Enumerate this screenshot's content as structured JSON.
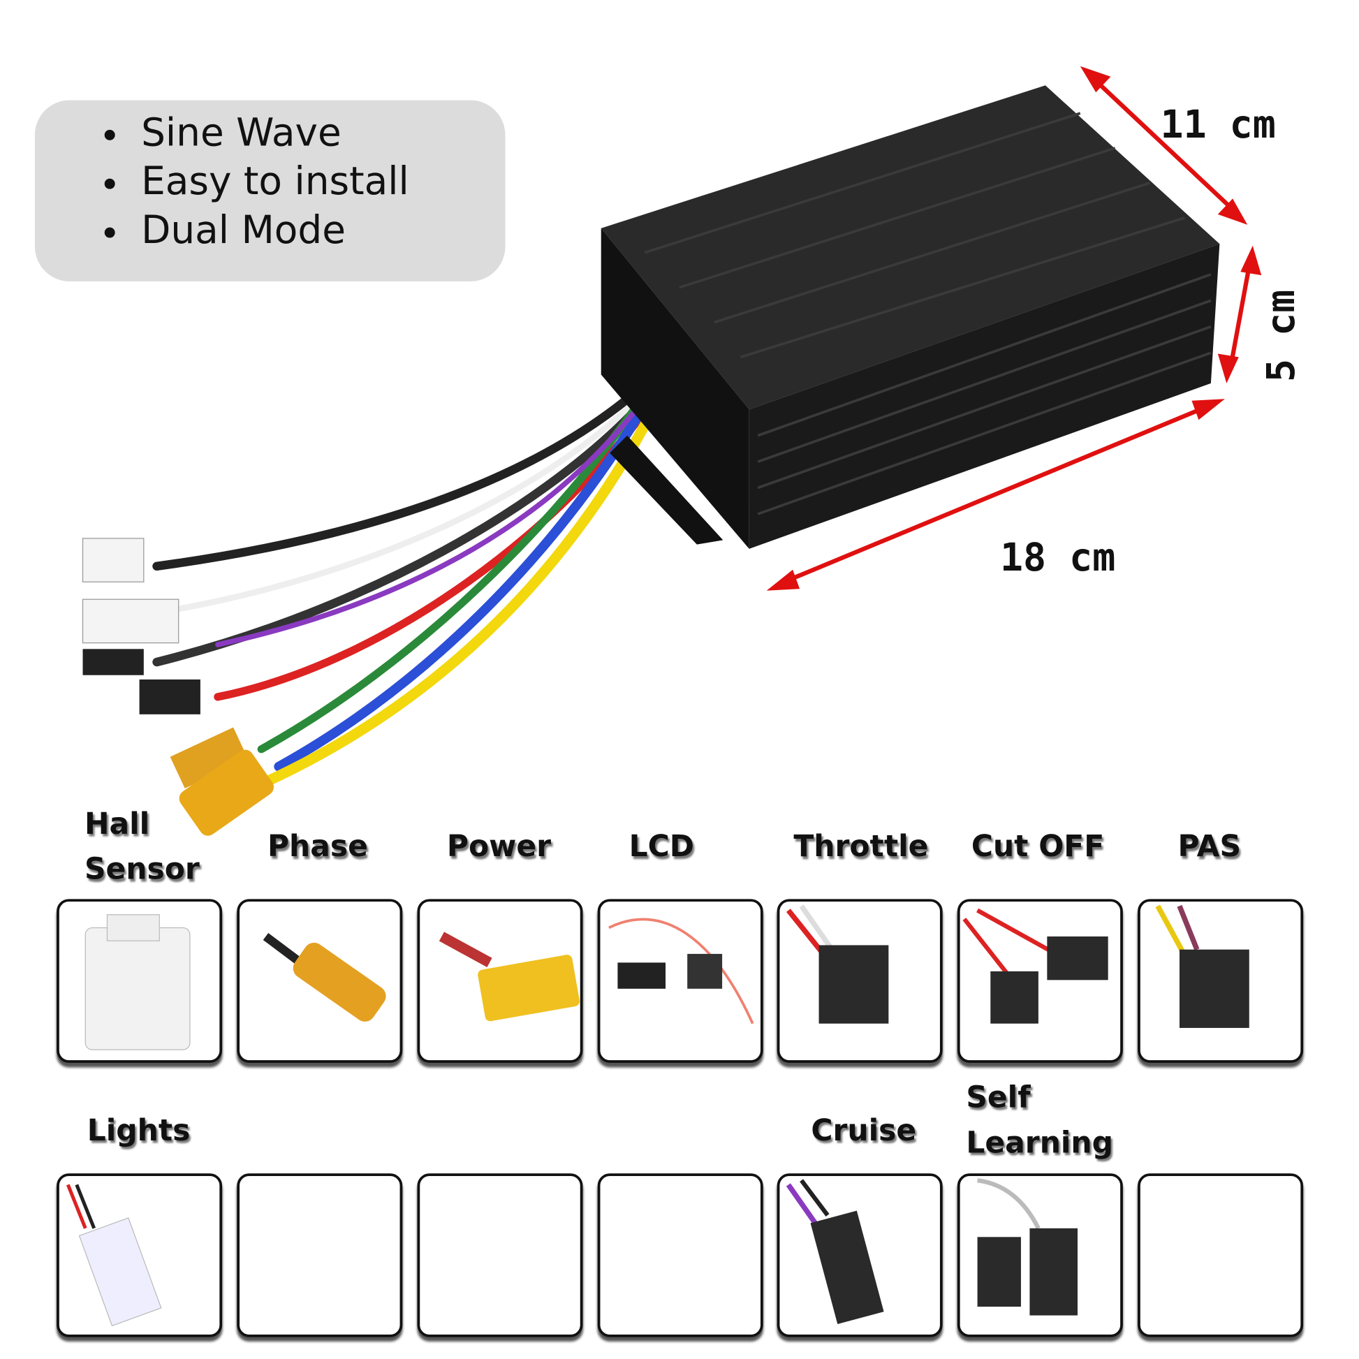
{
  "features": [
    "Sine Wave",
    "Easy to install",
    "Dual Mode"
  ],
  "dimensions": {
    "depth": "11 cm",
    "height": "5 cm",
    "length": "18 cm"
  },
  "colors": {
    "arrow": "#e01010",
    "box": "#161616"
  },
  "connectors_row1": [
    "Hall Sensor",
    "Phase",
    "Power",
    "LCD",
    "Throttle",
    "Cut OFF",
    "PAS"
  ],
  "connectors_row2": [
    "Lights",
    "Cruise",
    "Self Learning"
  ]
}
